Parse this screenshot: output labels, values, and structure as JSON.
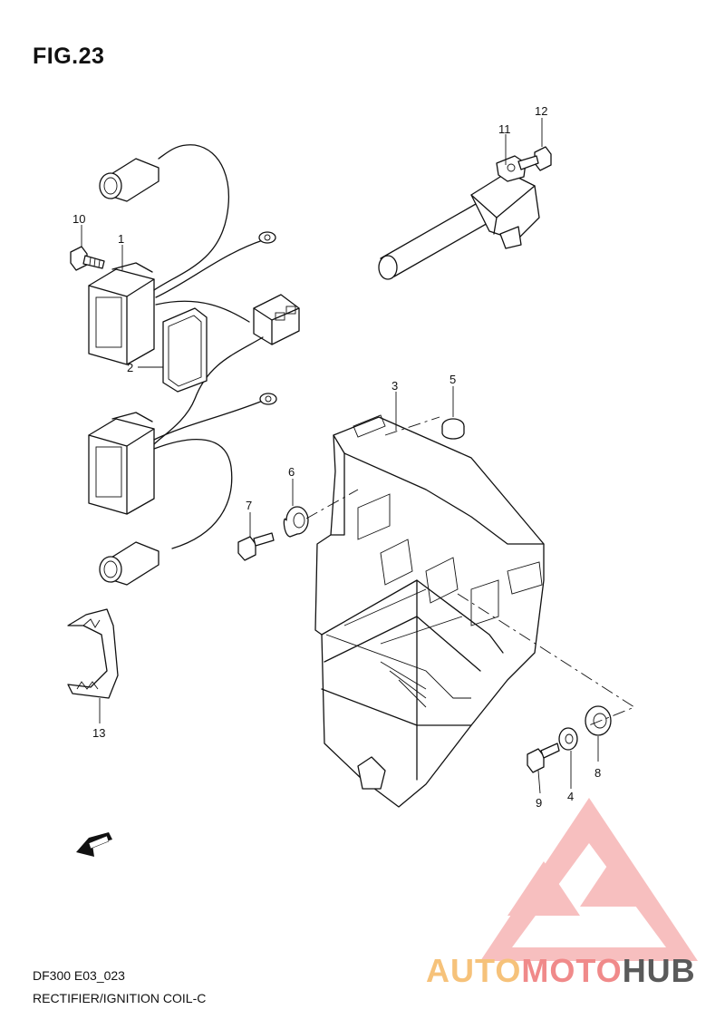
{
  "figure": {
    "title": "FIG.23"
  },
  "footer": {
    "code": "DF300 E03_023",
    "name": "RECTIFIER/IGNITION COIL-C"
  },
  "callouts": [
    "1",
    "2",
    "3",
    "4",
    "5",
    "6",
    "7",
    "8",
    "9",
    "10",
    "11",
    "12",
    "13"
  ],
  "fwd_label": "FWD",
  "watermark": {
    "part1": "AUTO",
    "part2": "MOTO",
    "part3": "HUB",
    "logo": "triangle-logo"
  },
  "colors": {
    "line": "#111111",
    "watermark_orange": "#f6c27a",
    "watermark_red": "#f08a8a",
    "watermark_gray": "#5a5a5a"
  }
}
